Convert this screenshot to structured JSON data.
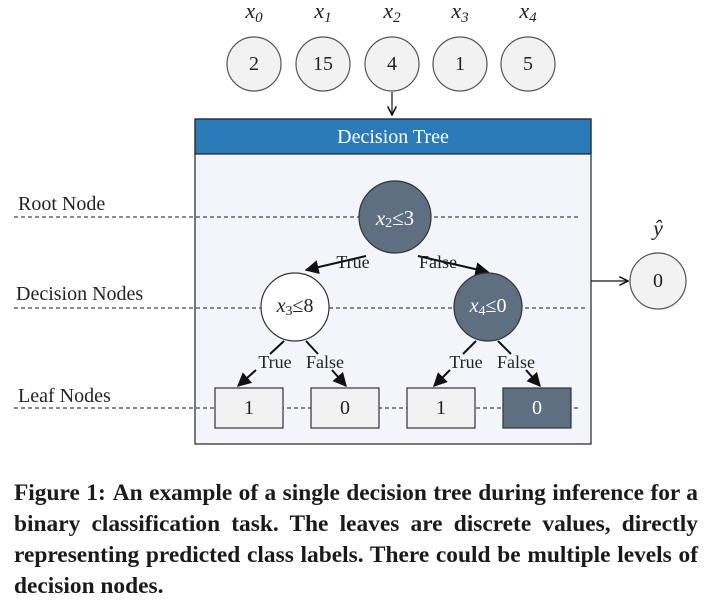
{
  "inputs": {
    "labels": [
      "x0",
      "x1",
      "x2",
      "x3",
      "x4"
    ],
    "values": [
      "2",
      "15",
      "4",
      "1",
      "5"
    ]
  },
  "tree_panel": {
    "title": "Decision Tree",
    "header_color": "#2b7bb9",
    "body_color": "#f3f5fa"
  },
  "row_labels": {
    "root": "Root  Node",
    "decision": "Decision Nodes",
    "leaf": "Leaf Nodes"
  },
  "nodes": {
    "root": {
      "feature": "x2",
      "op": "≤",
      "threshold": "3"
    },
    "left": {
      "feature": "x3",
      "op": "≤",
      "threshold": "8"
    },
    "right": {
      "feature": "x4",
      "op": "≤",
      "threshold": "0"
    }
  },
  "branch_labels": {
    "true": "True",
    "false": "False"
  },
  "leaves": [
    "1",
    "0",
    "1",
    "0"
  ],
  "output": {
    "label": "ŷ",
    "value": "0"
  },
  "colors": {
    "active_node": "#5f6f82",
    "active_leaf": "#5f6f82",
    "node_stroke": "#333333",
    "circle_fill": "#f2f2f2"
  },
  "caption": {
    "label": "Figure 1:",
    "text": "An example of a single decision tree during inference for a binary classification task. The leaves are discrete values, directly representing predicted class labels. There could be multiple levels of decision nodes."
  }
}
